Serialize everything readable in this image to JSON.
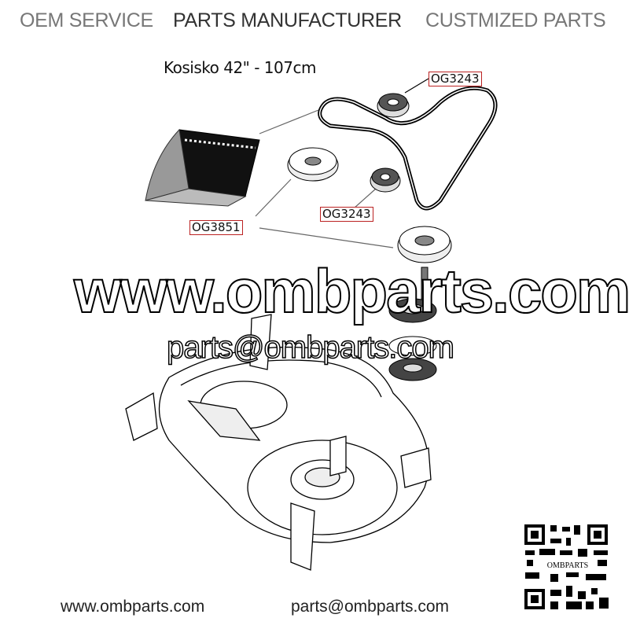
{
  "header": {
    "items": [
      "OEM SERVICE",
      "PARTS MANUFACTURER",
      "CUSTMIZED PARTS"
    ]
  },
  "diagram": {
    "title": "Kosisko 42\" - 107cm",
    "part_labels": [
      "OG3243",
      "OG3243",
      "OG3851"
    ]
  },
  "watermark": {
    "website": "www.ombparts.com",
    "email": "parts@ombparts.com"
  },
  "footer": {
    "website": "www.ombparts.com",
    "email": "parts@ombparts.com",
    "qr_caption": "OMBPARTS"
  }
}
